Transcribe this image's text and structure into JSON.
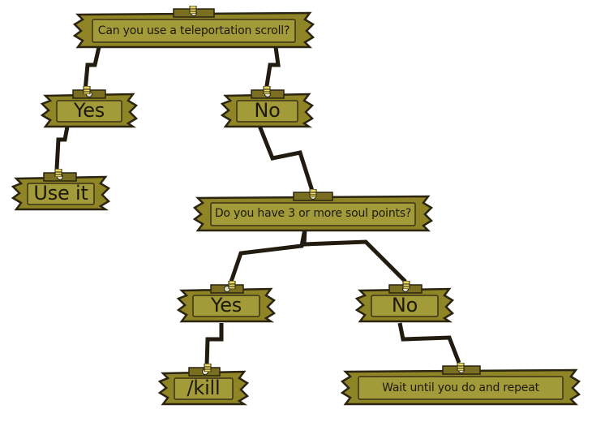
{
  "diagram": {
    "type": "decision-flowchart",
    "style": {
      "board_fill": "#8f8426",
      "board_inner_fill": "#a39a39",
      "board_outline": "#2a2410",
      "text_color": "#1d1a0d",
      "connector_color": "#221b0f",
      "bracket_fill": "#e8d862"
    },
    "nodes": {
      "q1": {
        "id": "q1",
        "kind": "question",
        "label": "Can you use a teleportation scroll?"
      },
      "q1_yes": {
        "id": "q1_yes",
        "kind": "answer",
        "label": "Yes"
      },
      "q1_no": {
        "id": "q1_no",
        "kind": "answer",
        "label": "No"
      },
      "use_it": {
        "id": "use_it",
        "kind": "outcome",
        "label": "Use it"
      },
      "q2": {
        "id": "q2",
        "kind": "question",
        "label": "Do you have 3 or more soul points?"
      },
      "q2_yes": {
        "id": "q2_yes",
        "kind": "answer",
        "label": "Yes"
      },
      "q2_no": {
        "id": "q2_no",
        "kind": "answer",
        "label": "No"
      },
      "kill": {
        "id": "kill",
        "kind": "outcome",
        "label": "/kill"
      },
      "wait": {
        "id": "wait",
        "kind": "outcome",
        "label": "Wait until you do and repeat"
      }
    },
    "edges": [
      {
        "from": "q1",
        "to": "q1_yes"
      },
      {
        "from": "q1",
        "to": "q1_no"
      },
      {
        "from": "q1_yes",
        "to": "use_it"
      },
      {
        "from": "q1_no",
        "to": "q2"
      },
      {
        "from": "q2",
        "to": "q2_yes"
      },
      {
        "from": "q2",
        "to": "q2_no"
      },
      {
        "from": "q2_yes",
        "to": "kill"
      },
      {
        "from": "q2_no",
        "to": "wait"
      }
    ]
  }
}
